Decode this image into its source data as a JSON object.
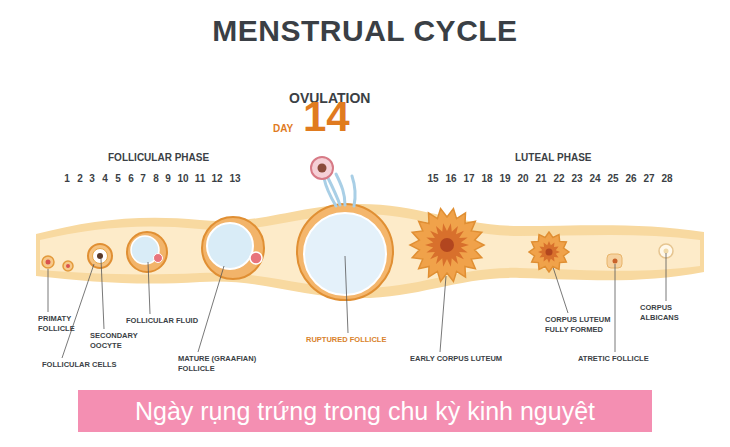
{
  "diagram": {
    "title": "MENSTRUAL CYCLE",
    "caption": "Ngày rụng trứng trong chu kỳ kinh nguyệt",
    "labels": [
      "OVULATION",
      "DAY",
      "14",
      "FOLLICULAR PHASE",
      "1",
      "2",
      "3",
      "4",
      "5",
      "6",
      "7",
      "8",
      "9",
      "10",
      "11",
      "12",
      "13",
      "LUTEAL PHASE",
      "15",
      "16",
      "17",
      "18",
      "19",
      "20",
      "21",
      "22",
      "23",
      "24",
      "25",
      "26",
      "27",
      "28",
      "PRIMATY FOLLICLE",
      "SECONDARY OOCYTE",
      "FOLLICULAR CELLS",
      "FOLLICULAR FLUID",
      "MATURE (GRAAFIAN) FOLLICLE",
      "RUPTURED FOLLICLE",
      "EARLY CORPUS LUTEUM",
      "CORPUS LUTEUM FULLY FORMED",
      "ATRETIC FOLLICLE",
      "CORPUS ALBICANS"
    ]
  }
}
